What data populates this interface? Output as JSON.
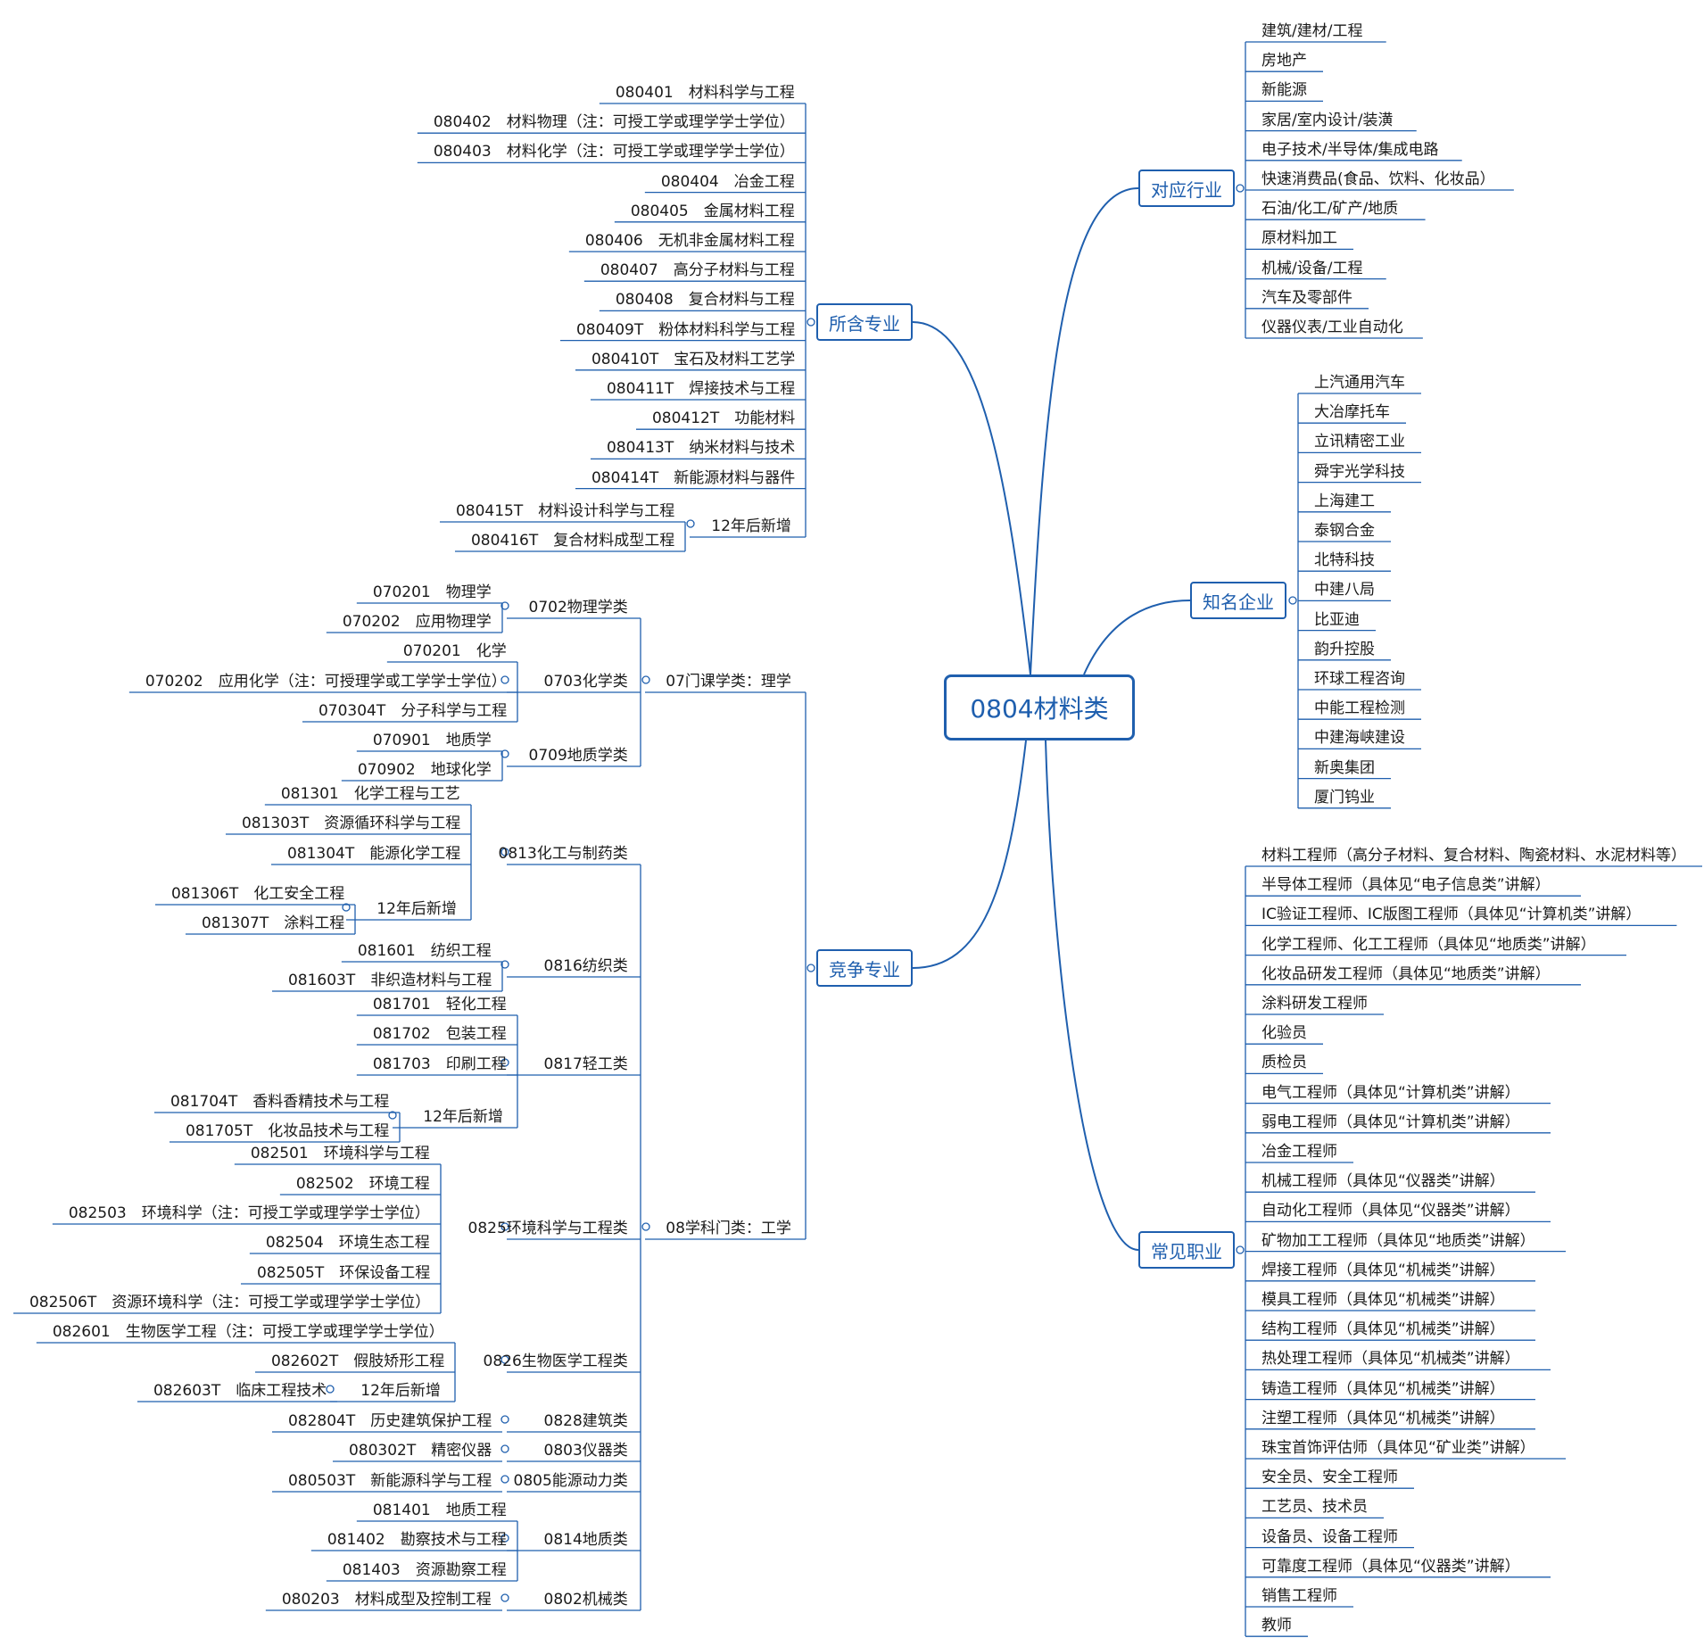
{
  "root": "0804材料类",
  "branches": {
    "majors": "所含专业",
    "competing": "竞争专业",
    "industry": "对应行业",
    "companies": "知名企业",
    "careers": "常见职业"
  },
  "majors": {
    "items": [
      "080401　材料科学与工程",
      "080402　材料物理（注：可授工学或理学学士学位）",
      "080403　材料化学（注：可授工学或理学学士学位）",
      "080404　冶金工程",
      "080405　金属材料工程",
      "080406　无机非金属材料工程",
      "080407　高分子材料与工程",
      "080408　复合材料与工程",
      "080409T　粉体材料科学与工程",
      "080410T　宝石及材料工艺学",
      "080411T　焊接技术与工程",
      "080412T　功能材料",
      "080413T　纳米材料与技术",
      "080414T　新能源材料与器件"
    ],
    "new_group": {
      "label": "12年后新增",
      "items": [
        "080415T　材料设计科学与工程",
        "080416T　复合材料成型工程"
      ]
    }
  },
  "competing": {
    "science": {
      "label": "07门课学类：理学",
      "groups": [
        {
          "label": "0702物理学类",
          "items": [
            "070201　物理学",
            "070202　应用物理学"
          ]
        },
        {
          "label": "0703化学类",
          "items": [
            "070201　化学",
            "070202　应用化学（注：可授理学或工学学士学位）",
            "070304T　分子科学与工程"
          ]
        },
        {
          "label": "0709地质学类",
          "items": [
            "070901　地质学",
            "070902　地球化学"
          ]
        }
      ]
    },
    "engineering": {
      "label": "08学科门类：工学",
      "groups": [
        {
          "label": "0813化工与制药类",
          "items": [
            "081301　化学工程与工艺",
            "081303T　资源循环科学与工程",
            "081304T　能源化学工程"
          ],
          "sub": {
            "label": "12年后新增",
            "items": [
              "081306T　化工安全工程",
              "081307T　涂料工程"
            ]
          }
        },
        {
          "label": "0816纺织类",
          "items": [
            "081601　纺织工程",
            "081603T　非织造材料与工程"
          ]
        },
        {
          "label": "0817轻工类",
          "items": [
            "081701　轻化工程",
            "081702　包装工程",
            "081703　印刷工程"
          ],
          "sub": {
            "label": "12年后新增",
            "items": [
              "081704T　香料香精技术与工程",
              "081705T　化妆品技术与工程"
            ]
          }
        },
        {
          "label": "0825环境科学与工程类",
          "items": [
            "082501　环境科学与工程",
            "082502　环境工程",
            "082503　环境科学（注：可授工学或理学学士学位）",
            "082504　环境生态工程",
            "082505T　环保设备工程",
            "082506T　资源环境科学（注：可授工学或理学学士学位）"
          ]
        },
        {
          "label": "0826生物医学工程类",
          "items": [
            "082601　生物医学工程（注：可授工学或理学学士学位）",
            "082602T　假肢矫形工程"
          ],
          "sub": {
            "label": "12年后新增",
            "items": [
              "082603T　临床工程技术"
            ]
          }
        },
        {
          "label": "0828建筑类",
          "items": [
            "082804T　历史建筑保护工程"
          ]
        },
        {
          "label": "0803仪器类",
          "items": [
            "080302T　精密仪器"
          ]
        },
        {
          "label": "0805能源动力类",
          "items": [
            "080503T　新能源科学与工程"
          ]
        },
        {
          "label": "0814地质类",
          "items": [
            "081401　地质工程",
            "081402　勘察技术与工程",
            "081403　资源勘察工程"
          ]
        },
        {
          "label": "0802机械类",
          "items": [
            "080203　材料成型及控制工程"
          ]
        }
      ]
    }
  },
  "industry": [
    "建筑/建材/工程",
    "房地产",
    "新能源",
    "家居/室内设计/装潢",
    "电子技术/半导体/集成电路",
    "快速消费品(食品、饮料、化妆品）",
    "石油/化工/矿产/地质",
    "原材料加工",
    "机械/设备/工程",
    "汽车及零部件",
    "仪器仪表/工业自动化"
  ],
  "companies": [
    "上汽通用汽车",
    "大冶摩托车",
    "立讯精密工业",
    "舜宇光学科技",
    "上海建工",
    "泰钢合金",
    "北特科技",
    "中建八局",
    "比亚迪",
    "韵升控股",
    "环球工程咨询",
    "中能工程检测",
    "中建海峡建设",
    "新奥集团",
    "厦门钨业"
  ],
  "careers": [
    "材料工程师（高分子材料、复合材料、陶瓷材料、水泥材料等）",
    "半导体工程师（具体见“电子信息类”讲解）",
    "IC验证工程师、IC版图工程师（具体见“计算机类”讲解）",
    "化学工程师、化工工程师（具体见“地质类”讲解）",
    "化妆品研发工程师（具体见“地质类”讲解）",
    "涂料研发工程师",
    "化验员",
    "质检员",
    "电气工程师（具体见“计算机类”讲解）",
    "弱电工程师（具体见“计算机类”讲解）",
    "冶金工程师",
    "机械工程师（具体见“仪器类”讲解）",
    "自动化工程师（具体见“仪器类”讲解）",
    "矿物加工工程师（具体见“地质类”讲解）",
    "焊接工程师（具体见“机械类”讲解）",
    "模具工程师（具体见“机械类”讲解）",
    "结构工程师（具体见“机械类”讲解）",
    "热处理工程师（具体见“机械类”讲解）",
    "铸造工程师（具体见“机械类”讲解）",
    "注塑工程师（具体见“机械类”讲解）",
    "珠宝首饰评估师（具体见“矿业类”讲解）",
    "安全员、安全工程师",
    "工艺员、技术员",
    "设备员、设备工程师",
    "可靠度工程师（具体见“仪器类”讲解）",
    "销售工程师",
    "教师"
  ],
  "colors": {
    "line": "#1F5FAE",
    "underline": "#1F5FAE",
    "text": "#1a1a1a"
  }
}
